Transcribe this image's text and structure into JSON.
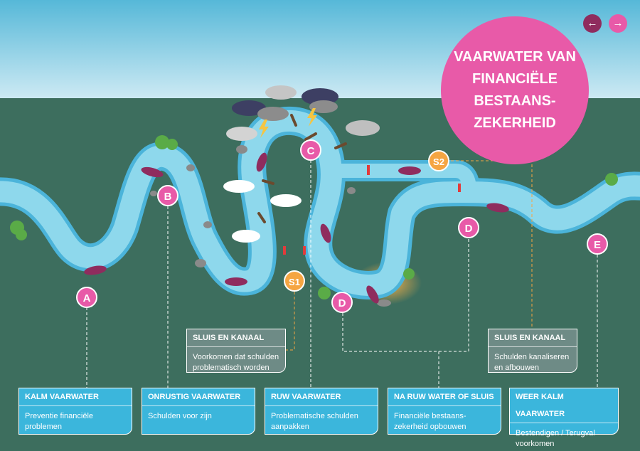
{
  "title": "VAARWATER VAN FINANCIËLE BESTAANS-ZEKERHEID",
  "navigation": {
    "back_icon": "←",
    "forward_icon": "→"
  },
  "colors": {
    "sky_top": "#56b8d8",
    "sky_bottom": "#d7eef6",
    "land": "#3d6e5e",
    "water": "#8ed8ec",
    "bank": "#4bb4da",
    "pink": "#e85aa8",
    "orange": "#f5a542",
    "boat": "#8f2c5e",
    "green": "#5aab47"
  },
  "markers": {
    "a": "A",
    "b": "B",
    "c": "C",
    "d1": "D",
    "d2": "D",
    "e": "E",
    "s1": "S1",
    "s2": "S2"
  },
  "cards": {
    "kalm": {
      "title": "KALM VAARWATER",
      "text": "Preventie financiële problemen"
    },
    "onrustig": {
      "title": "ONRUSTIG VAARWATER",
      "text": "Schulden voor zijn"
    },
    "ruw": {
      "title": "RUW VAARWATER",
      "text": "Problematische schulden aanpakken"
    },
    "na_ruw": {
      "title": "NA RUW WATER OF SLUIS",
      "text": "Financiële bestaans-zekerheid opbouwen"
    },
    "weer_kalm": {
      "title": "WEER KALM VAARWATER",
      "text": "Bestendigen / Terugval voorkomen"
    },
    "sluis1": {
      "title": "SLUIS EN KANAAL",
      "text": "Voorkomen dat schulden problematisch worden"
    },
    "sluis2": {
      "title": "SLUIS EN KANAAL",
      "text": "Schulden kanaliseren en afbouwen"
    }
  }
}
